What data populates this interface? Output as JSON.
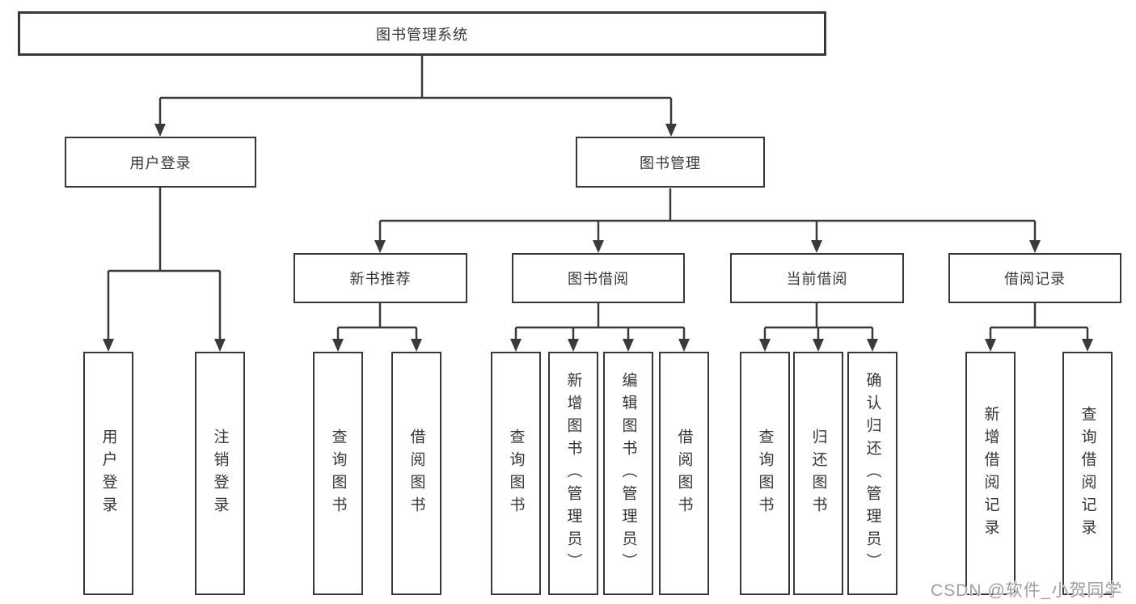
{
  "tree": {
    "root": "图书管理系统",
    "branches": [
      {
        "label": "用户登录",
        "leaves": [
          "用户登录",
          "注销登录"
        ]
      },
      {
        "label": "图书管理",
        "groups": [
          {
            "label": "新书推荐",
            "leaves": [
              "查询图书",
              "借阅图书"
            ]
          },
          {
            "label": "图书借阅",
            "leaves": [
              "查询图书",
              "新增图书（管理员）",
              "编辑图书（管理员）",
              "借阅图书"
            ]
          },
          {
            "label": "当前借阅",
            "leaves": [
              "查询图书",
              "归还图书",
              "确认归还（管理员）"
            ]
          },
          {
            "label": "借阅记录",
            "leaves": [
              "新增借阅记录",
              "查询借阅记录"
            ]
          }
        ]
      }
    ]
  },
  "watermark": "CSDN @软件_小贺同学",
  "colors": {
    "line": "#3a3a3a",
    "text": "#363636",
    "background": "#ffffff",
    "watermark": "#9e9e9e"
  }
}
